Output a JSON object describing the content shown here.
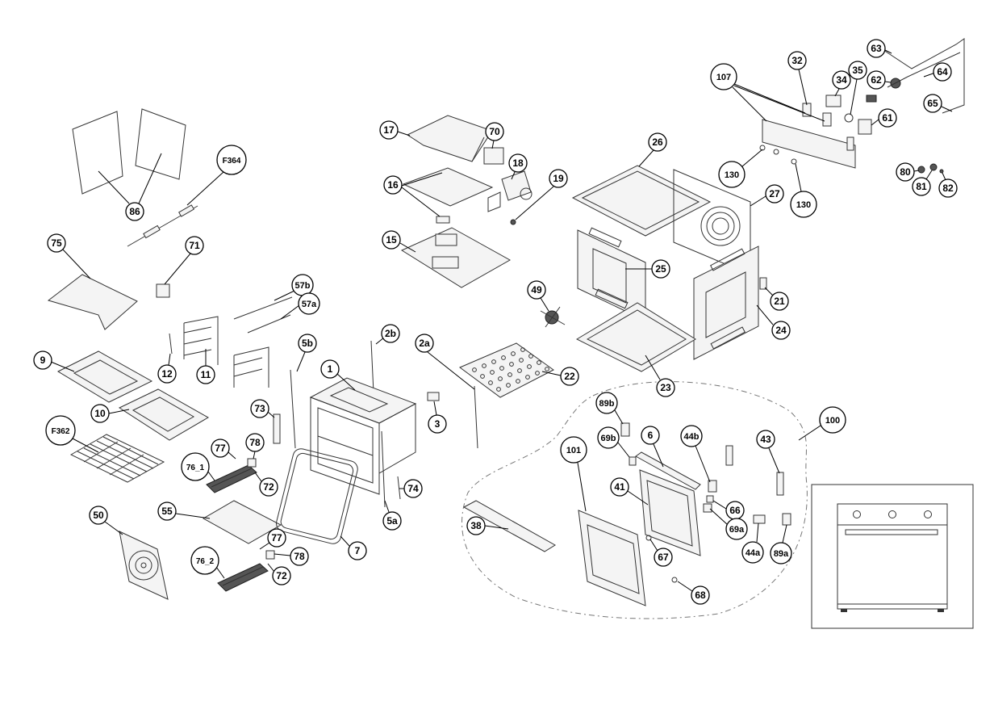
{
  "callouts": [
    {
      "id": "c86",
      "label": "86"
    },
    {
      "id": "cF364",
      "label": "F364"
    },
    {
      "id": "c75",
      "label": "75"
    },
    {
      "id": "c71",
      "label": "71"
    },
    {
      "id": "c57b",
      "label": "57b"
    },
    {
      "id": "c57a",
      "label": "57a"
    },
    {
      "id": "c9",
      "label": "9"
    },
    {
      "id": "c12",
      "label": "12"
    },
    {
      "id": "c11",
      "label": "11"
    },
    {
      "id": "c10",
      "label": "10"
    },
    {
      "id": "cF362",
      "label": "F362"
    },
    {
      "id": "c5b",
      "label": "5b"
    },
    {
      "id": "c2b",
      "label": "2b"
    },
    {
      "id": "c1",
      "label": "1"
    },
    {
      "id": "c73",
      "label": "73"
    },
    {
      "id": "c77a",
      "label": "77"
    },
    {
      "id": "c78a",
      "label": "78"
    },
    {
      "id": "c76_1",
      "label": "76_1"
    },
    {
      "id": "c72a",
      "label": "72"
    },
    {
      "id": "c55",
      "label": "55"
    },
    {
      "id": "c50",
      "label": "50"
    },
    {
      "id": "c77b",
      "label": "77"
    },
    {
      "id": "c78b",
      "label": "78"
    },
    {
      "id": "c76_2",
      "label": "76_2"
    },
    {
      "id": "c72b",
      "label": "72"
    },
    {
      "id": "c7",
      "label": "7"
    },
    {
      "id": "c74",
      "label": "74"
    },
    {
      "id": "c5a",
      "label": "5a"
    },
    {
      "id": "c3",
      "label": "3"
    },
    {
      "id": "c2a",
      "label": "2a"
    },
    {
      "id": "c17",
      "label": "17"
    },
    {
      "id": "c70",
      "label": "70"
    },
    {
      "id": "c18",
      "label": "18"
    },
    {
      "id": "c16",
      "label": "16"
    },
    {
      "id": "c19",
      "label": "19"
    },
    {
      "id": "c15",
      "label": "15"
    },
    {
      "id": "c49",
      "label": "49"
    },
    {
      "id": "c22",
      "label": "22"
    },
    {
      "id": "c26",
      "label": "26"
    },
    {
      "id": "c27",
      "label": "27"
    },
    {
      "id": "c25",
      "label": "25"
    },
    {
      "id": "c21",
      "label": "21"
    },
    {
      "id": "c24",
      "label": "24"
    },
    {
      "id": "c23",
      "label": "23"
    },
    {
      "id": "c107",
      "label": "107"
    },
    {
      "id": "c32",
      "label": "32"
    },
    {
      "id": "c34",
      "label": "34"
    },
    {
      "id": "c35",
      "label": "35"
    },
    {
      "id": "c63",
      "label": "63"
    },
    {
      "id": "c62",
      "label": "62"
    },
    {
      "id": "c64",
      "label": "64"
    },
    {
      "id": "c61",
      "label": "61"
    },
    {
      "id": "c65",
      "label": "65"
    },
    {
      "id": "c130a",
      "label": "130"
    },
    {
      "id": "c130b",
      "label": "130"
    },
    {
      "id": "c80",
      "label": "80"
    },
    {
      "id": "c81",
      "label": "81"
    },
    {
      "id": "c82",
      "label": "82"
    },
    {
      "id": "c100",
      "label": "100"
    },
    {
      "id": "c89b",
      "label": "89b"
    },
    {
      "id": "c69b",
      "label": "69b"
    },
    {
      "id": "c6",
      "label": "6"
    },
    {
      "id": "c44b",
      "label": "44b"
    },
    {
      "id": "c43",
      "label": "43"
    },
    {
      "id": "c101",
      "label": "101"
    },
    {
      "id": "c41",
      "label": "41"
    },
    {
      "id": "c66",
      "label": "66"
    },
    {
      "id": "c69a",
      "label": "69a"
    },
    {
      "id": "c38",
      "label": "38"
    },
    {
      "id": "c67",
      "label": "67"
    },
    {
      "id": "c44a",
      "label": "44a"
    },
    {
      "id": "c89a",
      "label": "89a"
    },
    {
      "id": "c68",
      "label": "68"
    }
  ]
}
